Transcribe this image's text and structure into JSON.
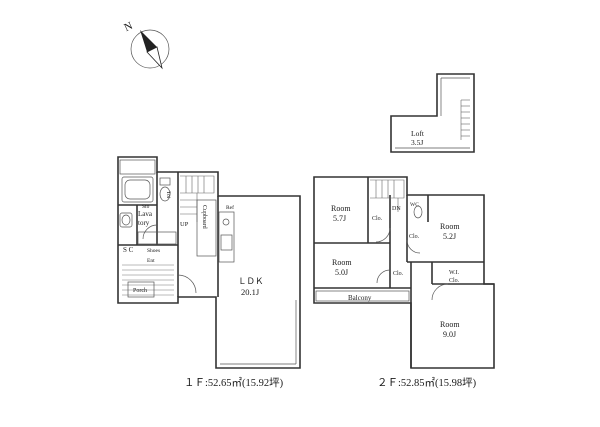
{
  "compass": {
    "north_letter": "N",
    "icon": "north-arrow-icon"
  },
  "floor1": {
    "rooms": {
      "ldk": "ＬＤＫ",
      "ldk_size": "20.1J",
      "lavatory_line1": "Lava",
      "lavatory_line2": "tory",
      "bath_label": "Sto",
      "toilet_label": "Toi",
      "wc_label": "Wc",
      "sc": "S C",
      "shoes": "Shoes",
      "cupboard": "Cupboard",
      "up": "UP",
      "ref": "Ref",
      "ent": "Ent",
      "porch": "Porch"
    },
    "area": "１Ｆ:52.65㎡(15.92坪)"
  },
  "floor2": {
    "rooms": {
      "room1": "Room",
      "room1_size": "5.7J",
      "room2": "Room",
      "room2_size": "5.0J",
      "room3": "Room",
      "room3_size": "5.2J",
      "room4": "Room",
      "room4_size": "9.0J",
      "clo1": "Clo.",
      "clo2": "Clo.",
      "clo3": "Clo.",
      "wic_line1": "W.I.",
      "wic_line2": "Clo.",
      "dn": "DN",
      "wc": "WC",
      "balcony": "Balcony"
    },
    "area": "２Ｆ:52.85㎡(15.98坪)"
  },
  "loft": {
    "label": "Loft",
    "size": "3.5J"
  }
}
